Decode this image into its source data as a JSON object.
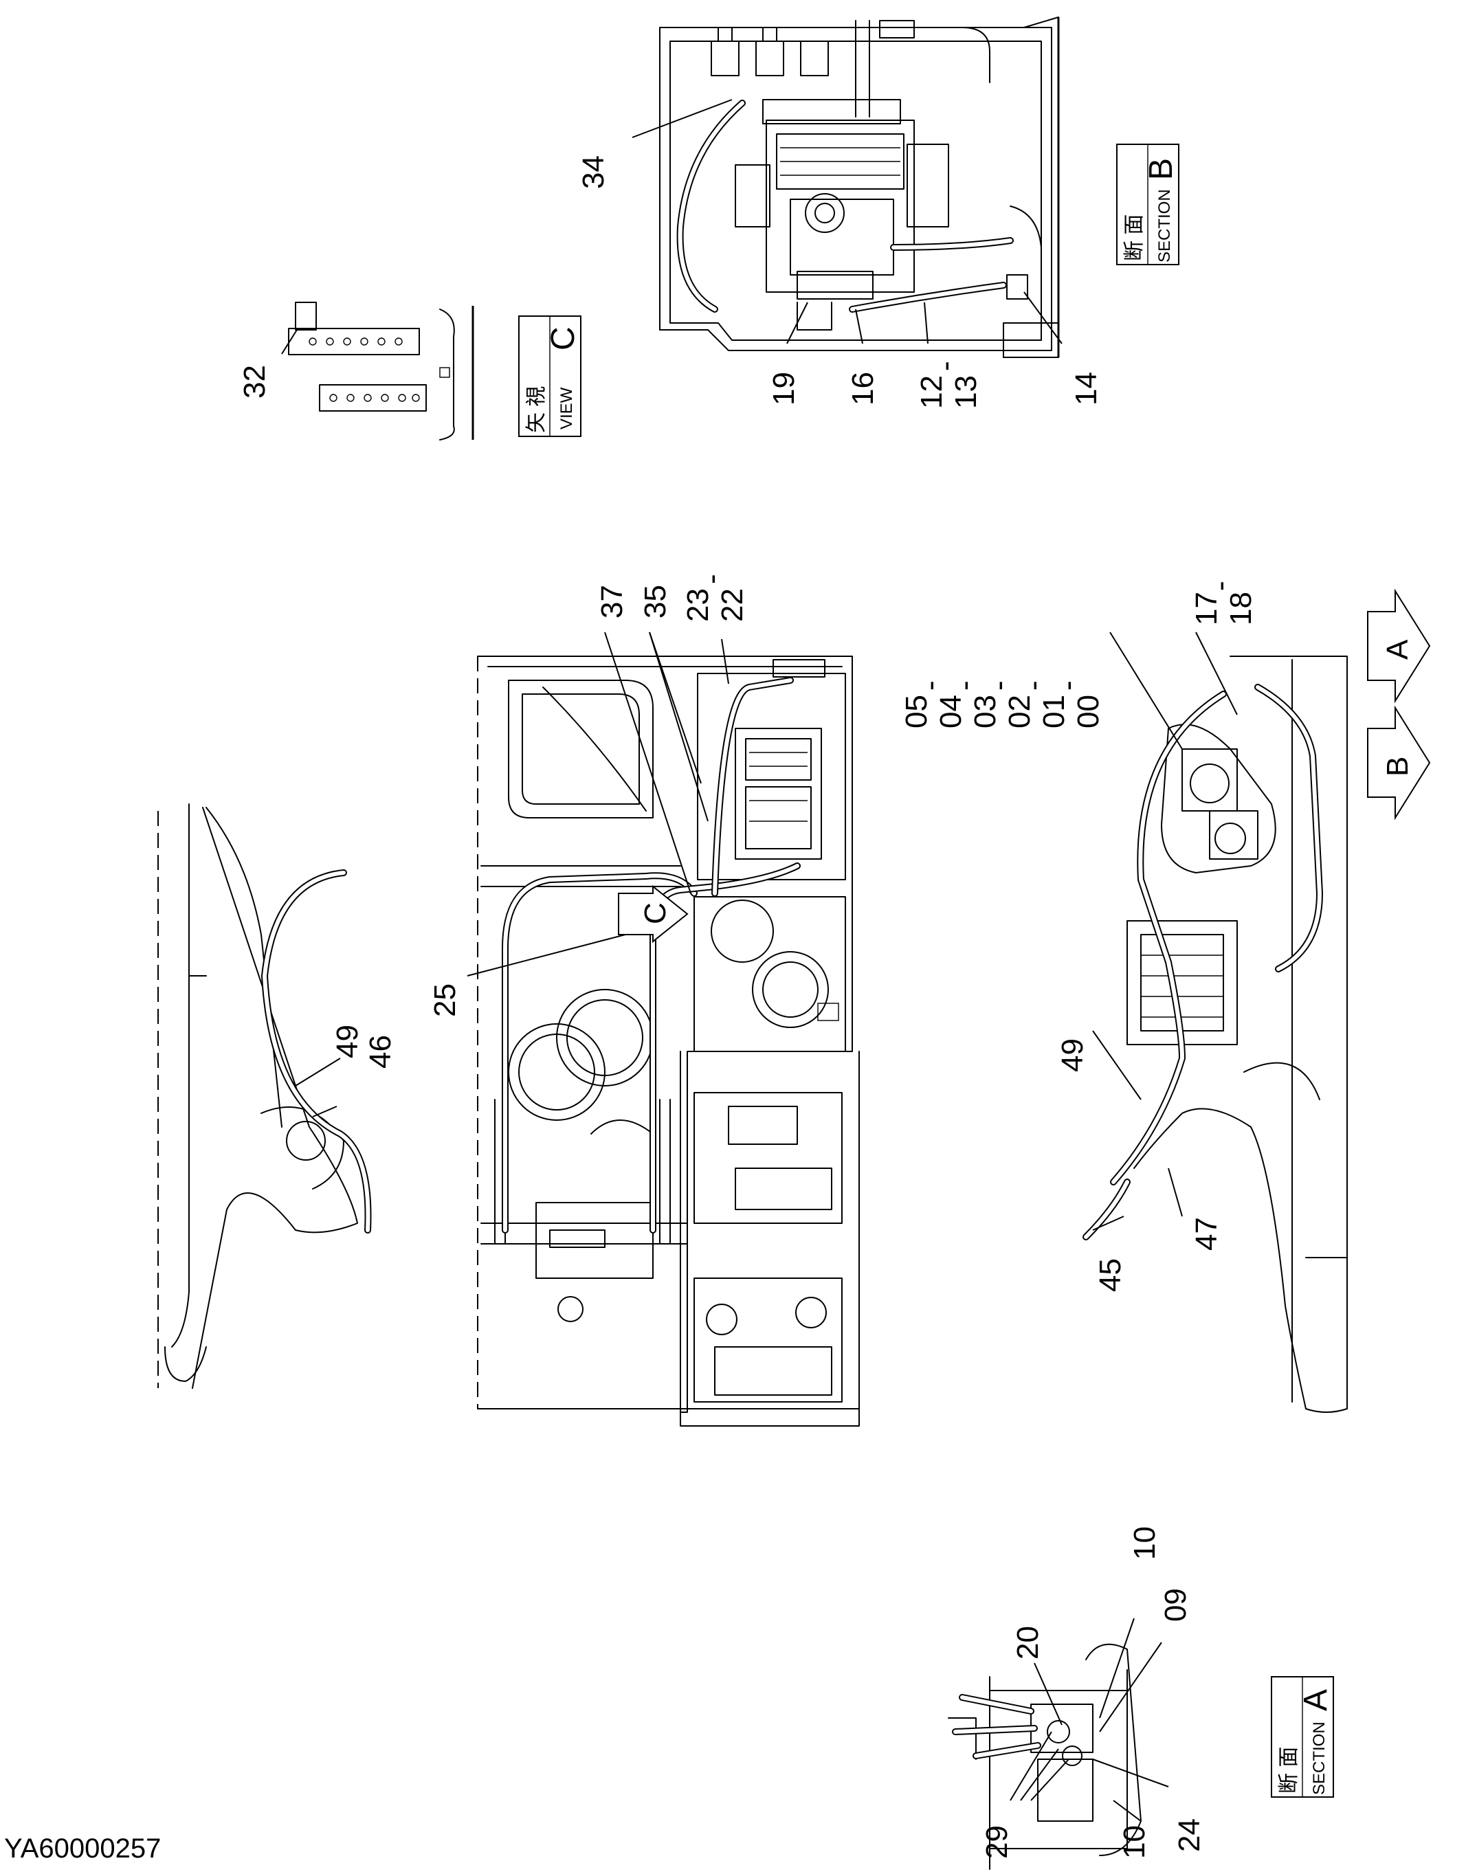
{
  "drawing_code": "YA60000257",
  "views": {
    "section_b": {
      "jp": "断 面",
      "en": "SECTION",
      "letter": "B"
    },
    "view_c": {
      "jp": "矢 視",
      "en": "VIEW",
      "letter": "C"
    },
    "section_a": {
      "jp": "断 面",
      "en": "SECTION",
      "letter": "A"
    }
  },
  "section_arrows": {
    "a": "A",
    "b": "B",
    "c": "C"
  },
  "callouts": {
    "c34": "34",
    "c32": "32",
    "c19": "19",
    "c16": "16",
    "c12": "12",
    "c13": "13",
    "c14": "14",
    "c37": "37",
    "c35": "35",
    "c23": "23",
    "c22": "22",
    "c25": "25",
    "c05": "05",
    "c04": "04",
    "c03": "03",
    "c02": "02",
    "c01": "01",
    "c00": "00",
    "c17": "17",
    "c18": "18",
    "c49a": "49",
    "c46": "46",
    "c49b": "49",
    "c45": "45",
    "c47": "47",
    "c10a": "10",
    "c09": "09",
    "c20": "20",
    "c29": "29",
    "c24": "24",
    "c10b": "10"
  }
}
